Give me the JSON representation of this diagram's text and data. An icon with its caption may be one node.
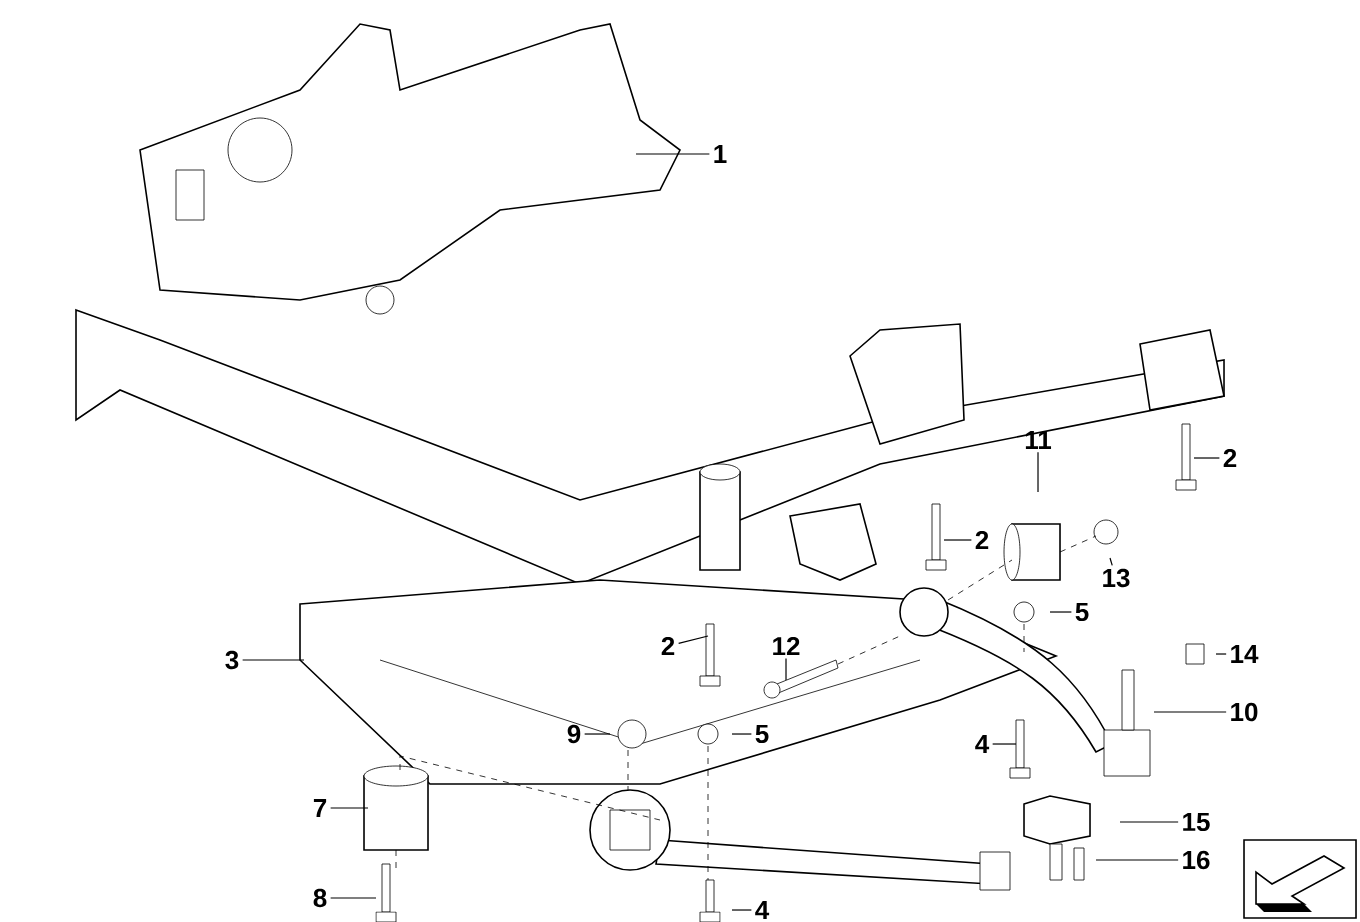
{
  "diagram": {
    "nodes": [
      {
        "text": [
          "1"
        ]
      },
      {
        "text": [
          "2"
        ]
      },
      {
        "text": [
          "11"
        ]
      },
      {
        "text": [
          "2"
        ]
      },
      {
        "text": [
          "13"
        ]
      },
      {
        "text": [
          "5"
        ]
      },
      {
        "text": [
          "3"
        ]
      },
      {
        "text": [
          "2"
        ]
      },
      {
        "text": [
          "12"
        ]
      },
      {
        "text": [
          "14"
        ]
      },
      {
        "text": [
          "10"
        ]
      },
      {
        "text": [
          "9"
        ]
      },
      {
        "text": [
          "5"
        ]
      },
      {
        "text": [
          "4"
        ]
      },
      {
        "text": [
          "7"
        ]
      },
      {
        "text": [
          "15"
        ]
      },
      {
        "text": [
          "16"
        ]
      },
      {
        "text": [
          "8"
        ]
      },
      {
        "text": [
          "4"
        ]
      }
    ],
    "edges": [
      {
        "from": 0,
        "to": null,
        "arrow": "none"
      },
      {
        "from": 1,
        "to": null,
        "arrow": "none"
      },
      {
        "from": 2,
        "to": null,
        "arrow": "none"
      },
      {
        "from": 3,
        "to": null,
        "arrow": "none"
      },
      {
        "from": 4,
        "to": null,
        "arrow": "none"
      },
      {
        "from": 5,
        "to": null,
        "arrow": "none"
      },
      {
        "from": 6,
        "to": null,
        "arrow": "none"
      },
      {
        "from": 7,
        "to": null,
        "arrow": "none"
      },
      {
        "from": 8,
        "to": null,
        "arrow": "none"
      },
      {
        "from": 9,
        "to": null,
        "arrow": "none"
      },
      {
        "from": 10,
        "to": null,
        "arrow": "none"
      },
      {
        "from": 11,
        "to": null,
        "arrow": "none"
      },
      {
        "from": 12,
        "to": null,
        "arrow": "none"
      },
      {
        "from": 13,
        "to": null,
        "arrow": "none"
      },
      {
        "from": 14,
        "to": null,
        "arrow": "none"
      },
      {
        "from": 15,
        "to": null,
        "arrow": "none"
      },
      {
        "from": 16,
        "to": null,
        "arrow": "none"
      },
      {
        "from": 17,
        "to": null,
        "arrow": "none"
      },
      {
        "from": 18,
        "to": null,
        "arrow": "none"
      }
    ]
  }
}
